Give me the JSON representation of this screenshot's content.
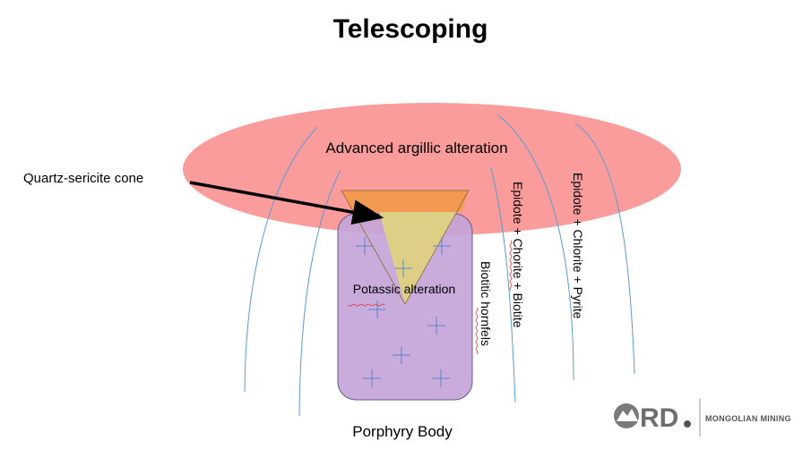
{
  "title": "Telescoping",
  "labels": {
    "advanced_argillic": "Advanced argillic alteration",
    "quartz_sericite_cone": "Quartz-sericite cone",
    "potassic": "Potassic alteration",
    "biotitic_hornfels": "Biotitic hornfels",
    "epidote_chlorite_biotite": "Epidote + Chorite + Biotite",
    "epidote_chlorite_pyrite": "Epidote + Chlorite + Pyrite",
    "porphyry_body": "Porphyry Body"
  },
  "logo": {
    "mark": "RD",
    "company": "MONGOLIAN MINING"
  },
  "colors": {
    "argillic_ellipse": "#fb9c9c",
    "cone_top": "#f39a52",
    "cone_overlap": "#e4765c",
    "cone_body": "#ddd086",
    "porphyry_fill": "#c4a5d8",
    "porphyry_stroke": "#6a5a8c",
    "flow_lines": "#5b9bd5",
    "crosses": "#5b86c8",
    "arrow": "#000000"
  },
  "icons": [
    "cross-mark-icon",
    "mountain-logo-icon"
  ]
}
